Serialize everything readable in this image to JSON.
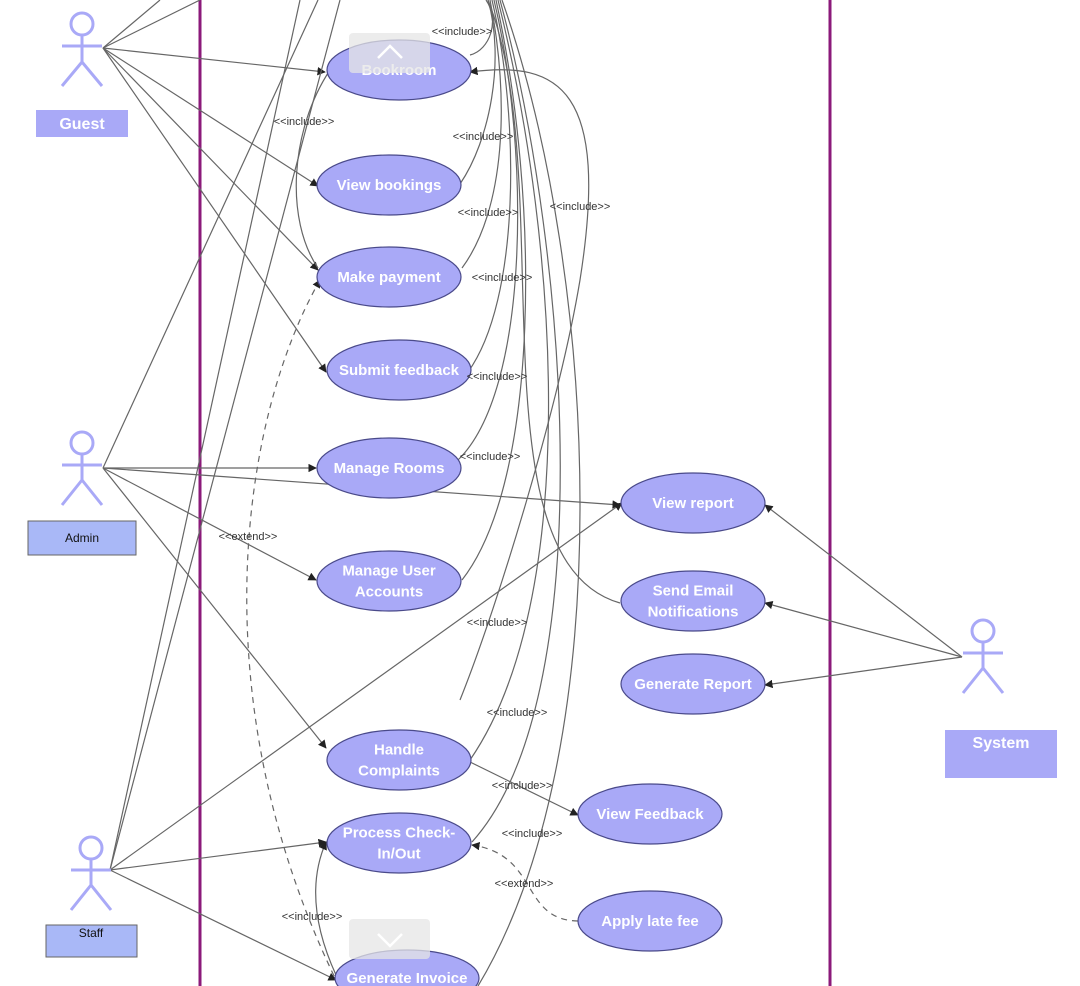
{
  "colors": {
    "usecase_fill": "#a9a9f7",
    "usecase_stroke": "#4a4a8a",
    "actor_stroke": "#a9a9f7",
    "boundary": "#8b1a7a",
    "line": "#666666",
    "label_box_light": "#a9a9f7",
    "label_box_dark": "#a9b8f7"
  },
  "actors": {
    "guest": "Guest",
    "admin": "Admin",
    "staff": "Staff",
    "system": "System"
  },
  "usecases": {
    "bookroom": [
      "Bookroom"
    ],
    "view_bookings": [
      "View bookings"
    ],
    "make_payment": [
      "Make payment"
    ],
    "submit_feedback": [
      "Submit feedback"
    ],
    "manage_rooms": [
      "Manage Rooms"
    ],
    "manage_user_accounts": [
      "Manage User",
      "Accounts"
    ],
    "handle_complaints": [
      "Handle",
      "Complaints"
    ],
    "process_checkin": [
      "Process Check-",
      "In/Out"
    ],
    "generate_invoice": [
      "Generate Invoice"
    ],
    "view_report": [
      "View report"
    ],
    "send_email": [
      "Send Email",
      "Notifications"
    ],
    "generate_report": [
      "Generate Report"
    ],
    "view_feedback": [
      "View Feedback"
    ],
    "apply_late_fee": [
      "Apply late fee"
    ]
  },
  "labels": {
    "include": "<<include>>",
    "extend": "<<extend>>"
  },
  "navigation": {
    "scroll_up_icon": "chevron-up-icon",
    "scroll_down_icon": "chevron-down-icon"
  }
}
